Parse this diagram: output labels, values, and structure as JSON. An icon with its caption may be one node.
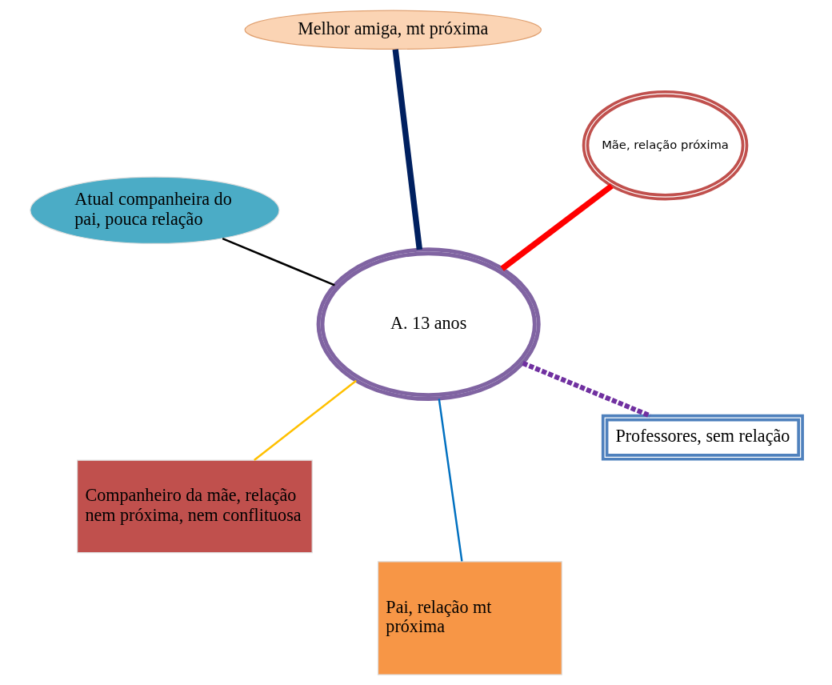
{
  "diagram": {
    "nodes": [
      {
        "text": [
          "Atual companheira do pai, pouca relação"
        ]
      },
      {
        "text": [
          "Professores, sem relação"
        ]
      },
      {
        "text": [
          "Pai, relação mt próxima"
        ]
      },
      {
        "text": [
          "A. 13 anos"
        ]
      },
      {
        "text": [
          "Mãe, relação próxima"
        ]
      },
      {
        "text": [
          "Melhor amiga, mt próxima"
        ]
      },
      {
        "text": [
          "Companheiro da mãe, relação nem próxima, nem conflituosa"
        ]
      }
    ],
    "edges": [
      {
        "from": 3,
        "to": 0,
        "arrow": "none",
        "color": "#000000"
      },
      {
        "from": 3,
        "to": 1,
        "arrow": "none",
        "style": "dashed",
        "color": "#7030a0"
      },
      {
        "from": 3,
        "to": 2,
        "arrow": "none",
        "color": "#0070c0"
      },
      {
        "from": 3,
        "to": 4,
        "arrow": "none",
        "style": "thick",
        "color": "#ff0000"
      },
      {
        "from": 3,
        "to": 5,
        "arrow": "none",
        "style": "thick",
        "color": "#002060"
      },
      {
        "from": 3,
        "to": 6,
        "arrow": "none",
        "color": "#ffc000"
      }
    ]
  }
}
